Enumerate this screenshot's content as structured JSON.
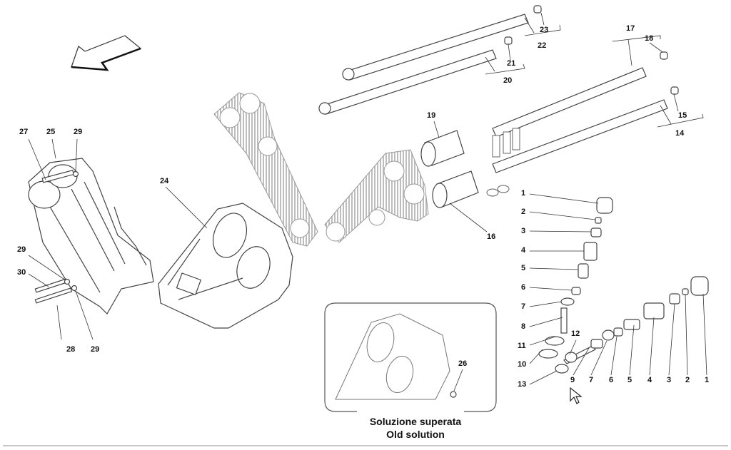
{
  "diagram": {
    "title": "Timing belt covers, camshafts and valves exploded parts diagram",
    "direction_arrow": "front-of-vehicle-arrow",
    "labels": [
      {
        "id": "l27a",
        "text": "27"
      },
      {
        "id": "l25",
        "text": "25"
      },
      {
        "id": "l29a",
        "text": "29"
      },
      {
        "id": "l24",
        "text": "24"
      },
      {
        "id": "l29b",
        "text": "29"
      },
      {
        "id": "l30",
        "text": "30"
      },
      {
        "id": "l28",
        "text": "28"
      },
      {
        "id": "l29c",
        "text": "29"
      },
      {
        "id": "l23",
        "text": "23"
      },
      {
        "id": "l22",
        "text": "22"
      },
      {
        "id": "l21",
        "text": "21"
      },
      {
        "id": "l20",
        "text": "20"
      },
      {
        "id": "l17",
        "text": "17"
      },
      {
        "id": "l18",
        "text": "18"
      },
      {
        "id": "l15",
        "text": "15"
      },
      {
        "id": "l14",
        "text": "14"
      },
      {
        "id": "l19",
        "text": "19"
      },
      {
        "id": "l16",
        "text": "16"
      },
      {
        "id": "v1",
        "text": "1"
      },
      {
        "id": "v2",
        "text": "2"
      },
      {
        "id": "v3",
        "text": "3"
      },
      {
        "id": "v4",
        "text": "4"
      },
      {
        "id": "v5",
        "text": "5"
      },
      {
        "id": "v6",
        "text": "6"
      },
      {
        "id": "v7",
        "text": "7"
      },
      {
        "id": "v8",
        "text": "8"
      },
      {
        "id": "v11",
        "text": "11"
      },
      {
        "id": "v10",
        "text": "10"
      },
      {
        "id": "v13",
        "text": "13"
      },
      {
        "id": "v12",
        "text": "12"
      },
      {
        "id": "h9",
        "text": "9"
      },
      {
        "id": "h7",
        "text": "7"
      },
      {
        "id": "h6",
        "text": "6"
      },
      {
        "id": "h5",
        "text": "5"
      },
      {
        "id": "h4",
        "text": "4"
      },
      {
        "id": "h3",
        "text": "3"
      },
      {
        "id": "h2",
        "text": "2"
      },
      {
        "id": "h1",
        "text": "1"
      },
      {
        "id": "l26",
        "text": "26"
      }
    ],
    "inset": {
      "caption_it": "Soluzione superata",
      "caption_en": "Old solution"
    }
  }
}
